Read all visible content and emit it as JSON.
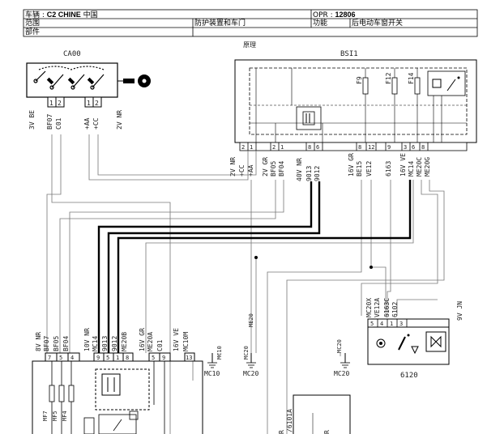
{
  "header": {
    "vehicle_label": "车辆 : ",
    "vehicle_value": "C2 CHINE",
    "vehicle_suffix": "中国",
    "opr_label": "OPR : ",
    "opr_value": "12806",
    "scope_label": "范围",
    "scope_value": "防护装置和车门",
    "function_label": "功能",
    "function_value": "后电动车窗开关",
    "part_label": "部件"
  },
  "diagram": {
    "section_title": "原理",
    "components": {
      "ca00": "CA00",
      "bsi1": "BSI1",
      "module_6120": "6120",
      "ground_mc10": "MC10",
      "ground_mc20_a": "MC20",
      "ground_mc20_b": "MC20"
    },
    "ca00_connector": {
      "label": "3V BE",
      "pins": [
        "1",
        "2",
        "1",
        "2"
      ],
      "wires": [
        "BF07",
        "C01",
        "+AA",
        "+CC"
      ],
      "spec": "2V NR"
    },
    "bsi1_fuses": [
      "F9",
      "F12",
      "F14"
    ],
    "bsi1_connector_a": {
      "pins": [
        "2",
        "1"
      ],
      "spec": "2V NR",
      "wires": [
        "+CC",
        "+AA"
      ]
    },
    "bsi1_connector_b": {
      "pins": [
        "2",
        "1"
      ],
      "spec": "2V GR",
      "wires": [
        "BF05",
        "BF04"
      ]
    },
    "bsi1_connector_c": {
      "pins": [
        "8",
        "6"
      ],
      "spec": "40V NR",
      "wires": [
        "9013",
        "9012"
      ]
    },
    "bsi1_connector_d": {
      "pins": [
        "8",
        "12",
        "9"
      ],
      "spec": "16V GR",
      "wires": [
        "BE15",
        "VE12",
        "6163"
      ]
    },
    "bsi1_connector_e": {
      "pins": [
        "3",
        "6",
        "8"
      ],
      "spec": "16V VE",
      "wires": [
        "MC14",
        "ME20C",
        "ME20G"
      ]
    },
    "lower_module": {
      "conn1": {
        "spec": "8V NR",
        "wires": [
          "BF07",
          "BF05",
          "BF04"
        ],
        "pins": [
          "7",
          "5",
          "4"
        ]
      },
      "conn2": {
        "spec": "10V NR",
        "wires": [
          "MC14",
          "9013",
          "9012",
          "ME20B"
        ],
        "pins": [
          "9",
          "5",
          "1",
          "8"
        ]
      },
      "conn3": {
        "spec": "16V GR",
        "wires": [
          "ME20A",
          "C01"
        ],
        "pins": [
          "5",
          "9"
        ]
      },
      "conn4": {
        "spec": "16V VE",
        "wires": [
          "MC10M"
        ],
        "pins": [
          "13"
        ]
      },
      "fuses": [
        "MF7",
        "MF5",
        "MF4"
      ]
    },
    "ground_wires": [
      "MC10",
      "MC20",
      "ME20",
      "MC20"
    ],
    "module_6120_connector": {
      "spec": "9V JN",
      "pins": [
        "5",
        "4",
        "1",
        "3"
      ],
      "wires": [
        "MC20X",
        "VE12A",
        "6163C",
        "6102"
      ]
    },
    "bottom_wire": "/6101A",
    "bottom_partial": [
      "R",
      "R"
    ]
  }
}
